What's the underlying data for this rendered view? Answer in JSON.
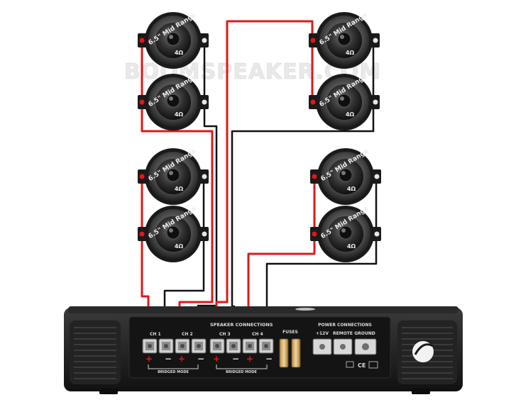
{
  "watermark": "BOOMSPEAKER.COM",
  "speaker": {
    "label": "6.5\" Mid Range",
    "impedance": "4Ω"
  },
  "amplifier": {
    "section_title": "SPEAKER CONNECTIONS",
    "channels": [
      "CH 1",
      "CH 2",
      "CH 3",
      "CH 4"
    ],
    "bridged_label": "BRIDGED MODE",
    "fuses_label": "FUSES",
    "power_title": "POWER CONNECTIONS",
    "power_terminals": [
      "+12V",
      "REMOTE",
      "GROUND"
    ],
    "cert_marks": [
      "CE"
    ]
  },
  "colors": {
    "positive_wire": "#e01818",
    "negative_wire": "#111111",
    "amp_body": "#1c1c1c",
    "speaker_ring": "#6a6a6a"
  }
}
